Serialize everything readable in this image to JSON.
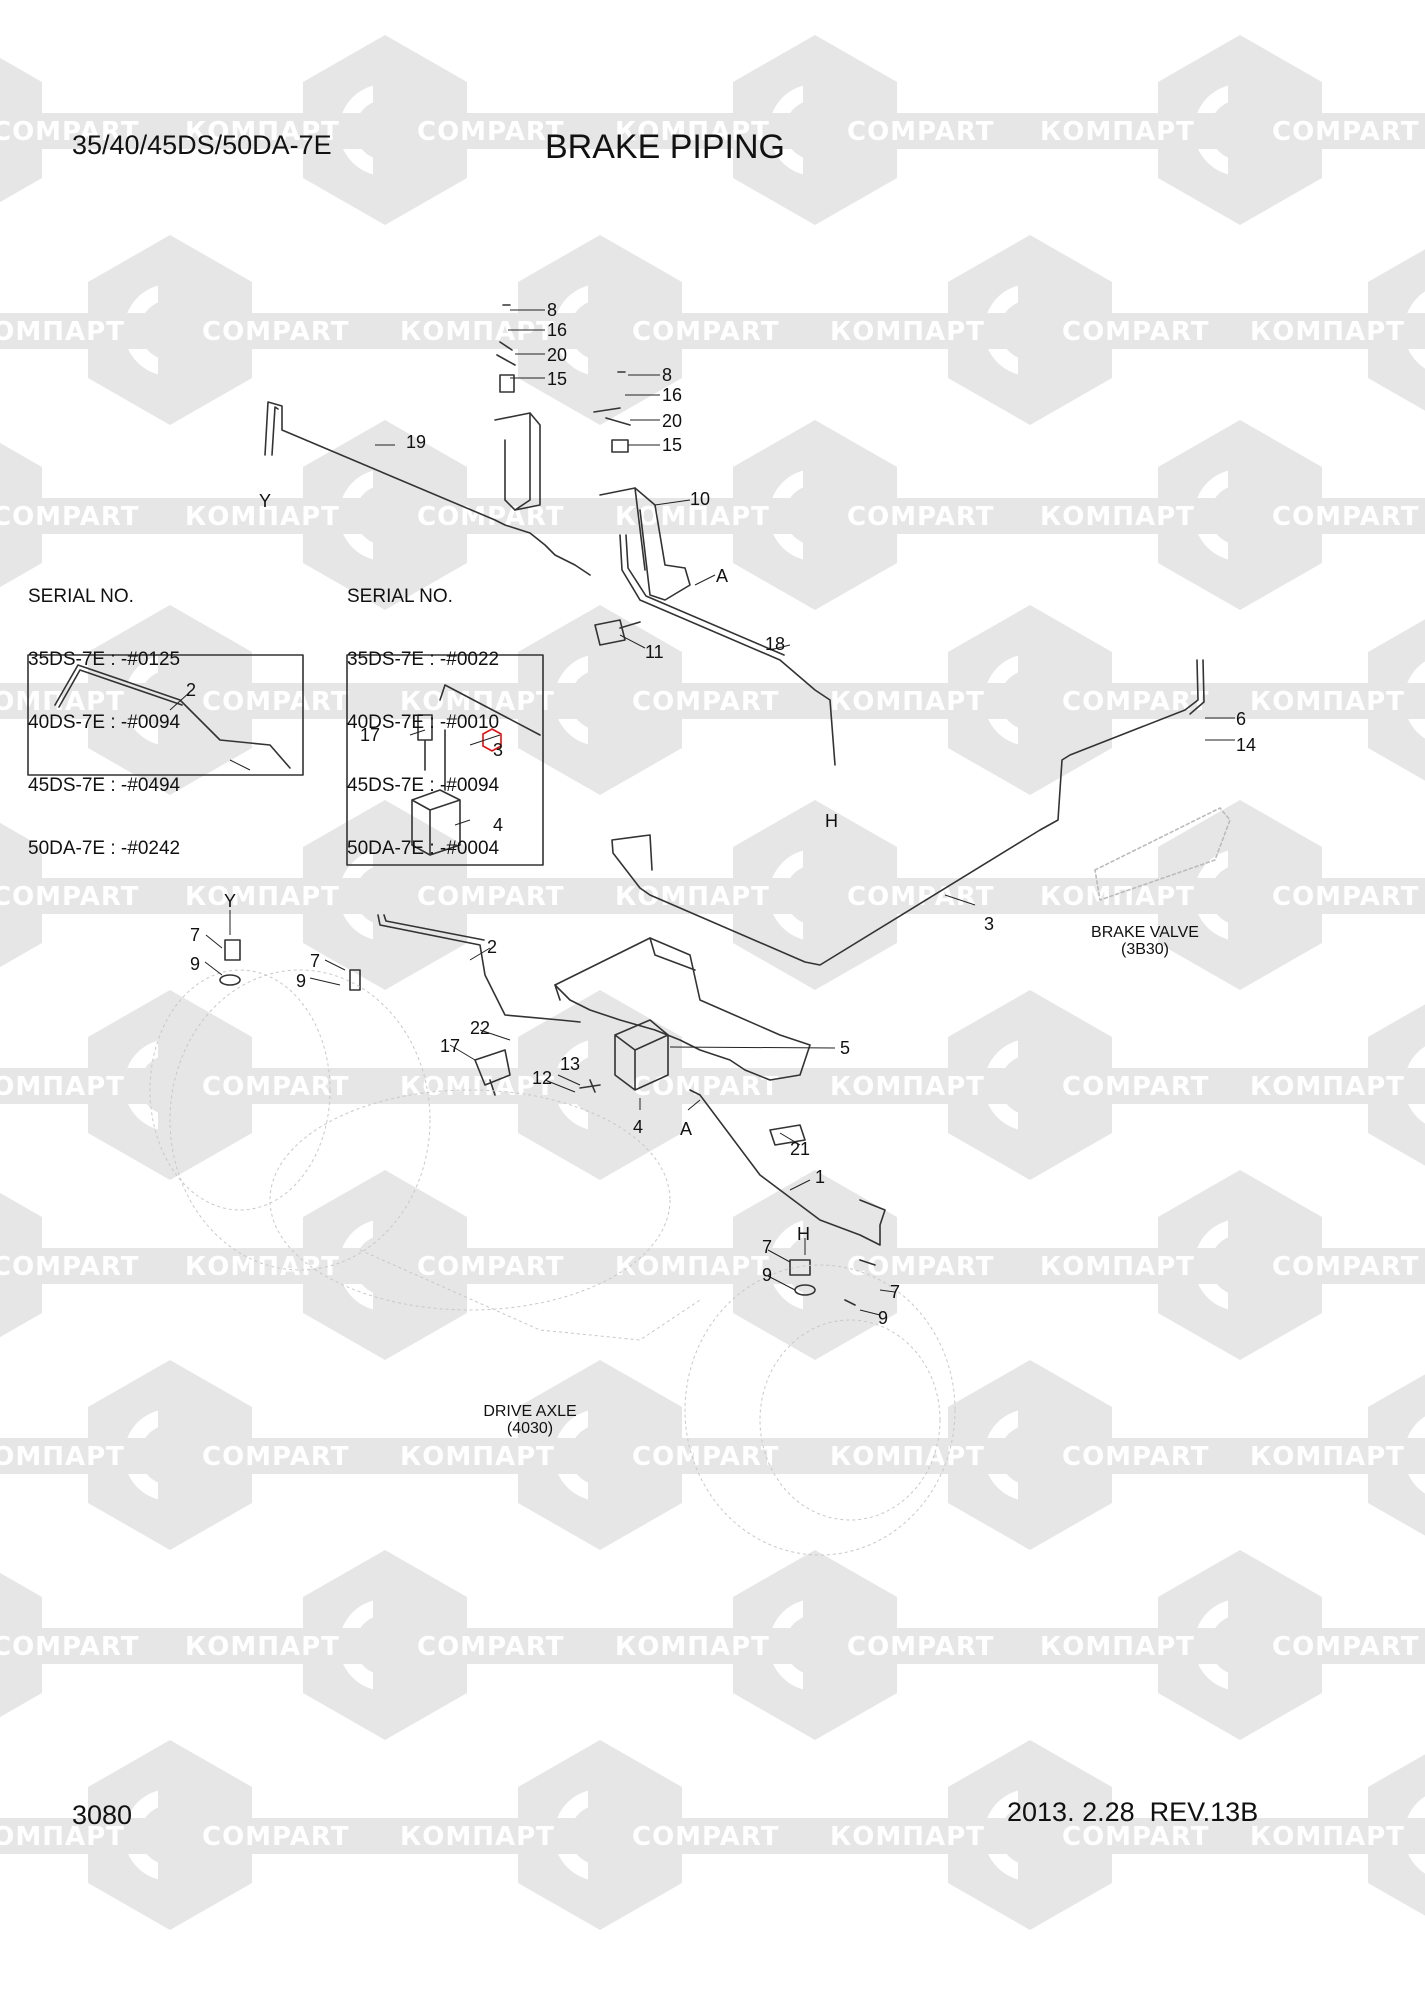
{
  "header": {
    "model": "35/40/45DS/50DA-7E",
    "title": "BRAKE PIPING"
  },
  "footer": {
    "page_number": "3080",
    "revision": "2013. 2.28  REV.13B"
  },
  "watermark": {
    "left_text": "КОМПАРТ",
    "right_text": "COMPART",
    "color": "#e6e6e6"
  },
  "serial_left": {
    "heading": "SERIAL NO.",
    "lines": [
      "35DS-7E : -#0125",
      "40DS-7E : -#0094",
      "45DS-7E : -#0494",
      "50DA-7E : -#0242"
    ]
  },
  "serial_right": {
    "heading": "SERIAL NO.",
    "lines": [
      "35DS-7E : -#0022",
      "40DS-7E : -#0010",
      "45DS-7E : -#0094",
      "50DA-7E : -#0004"
    ]
  },
  "references": {
    "brake_valve": {
      "name": "BRAKE VALVE",
      "code": "(3B30)"
    },
    "drive_axle": {
      "name": "DRIVE AXLE",
      "code": "(4030)"
    }
  },
  "callouts": {
    "top_fitting_1": [
      "8",
      "16",
      "20",
      "15"
    ],
    "top_fitting_2": [
      "8",
      "16",
      "20",
      "15"
    ],
    "pipe_19": "19",
    "bracket_10": "10",
    "point_a_top": "A",
    "bolt_11": "11",
    "pipe_18": "18",
    "point_h_top": "H",
    "point_y_top": "Y",
    "inset_left_pipe": "2",
    "inset_right": [
      "17",
      "3",
      "4"
    ],
    "valve_fittings": [
      "6",
      "14"
    ],
    "pipe_3_main": "3",
    "left_fitting": [
      "Y",
      "7",
      "9"
    ],
    "pipe_2_main": [
      "7",
      "9",
      "2"
    ],
    "block_group": [
      "22",
      "17",
      "13",
      "12",
      "4",
      "5",
      "A",
      "21",
      "1"
    ],
    "bottom_fitting": [
      "7",
      "H",
      "9",
      "7",
      "9"
    ]
  }
}
